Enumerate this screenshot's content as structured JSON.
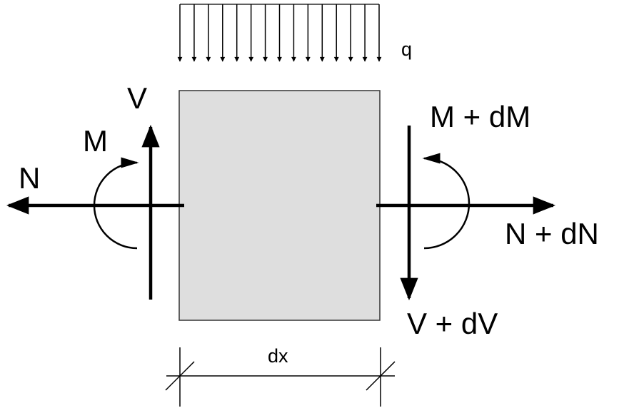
{
  "labels": {
    "load": "q",
    "shear_left": "V",
    "moment_left": "M",
    "normal_left": "N",
    "moment_right": "M + dM",
    "normal_right": "N + dN",
    "shear_right": "V + dV",
    "length": "dx"
  },
  "load_arrow_count": 15,
  "colors": {
    "element_fill": "#dedede",
    "line": "#000000",
    "element_border": "#333333"
  }
}
